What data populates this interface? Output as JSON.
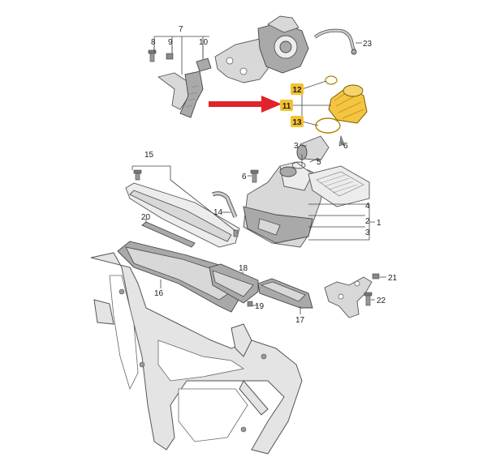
{
  "labels": {
    "l1": "1",
    "l2": "2",
    "l3": "3",
    "l4": "4",
    "l5": "5",
    "l6": "6",
    "l7": "7",
    "l8": "8",
    "l9": "9",
    "l10": "10",
    "l11": "11",
    "l12": "12",
    "l13": "13",
    "l14": "14",
    "l15": "15",
    "l16": "16",
    "l17": "17",
    "l18": "18",
    "l19": "19",
    "l20": "20",
    "l21": "21",
    "l22": "22",
    "l23": "23",
    "l3b": "3",
    "l6b": "6"
  },
  "colors": {
    "highlight": "#f2c230",
    "arrow": "#e0242b",
    "hose_highlight": "#f4c542",
    "part_fill": "#d8d8d8"
  }
}
